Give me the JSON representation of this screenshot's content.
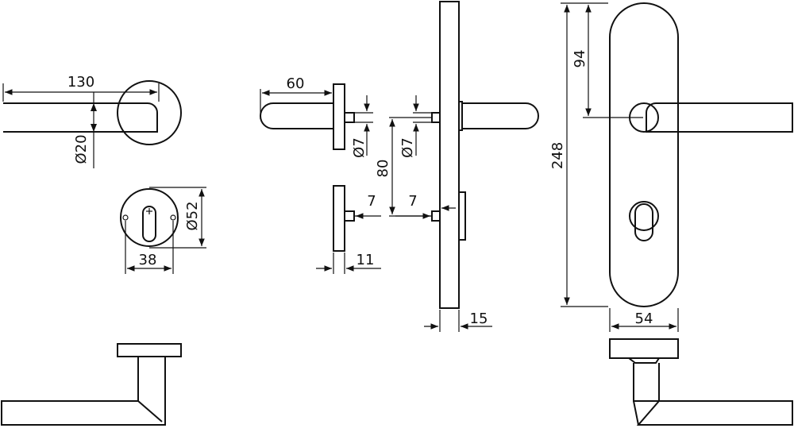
{
  "dimensions": {
    "lever_length": "130",
    "rose_lever_dia": "Ø20",
    "cyl_rose_dia": "Ø52",
    "cyl_rose_hole_spacing": "38",
    "side_projection": "60",
    "pin_dia_left": "Ø7",
    "pin_dia_right": "Ø7",
    "pin_spacing": "80",
    "pin_len_left": "7",
    "pin_len_right": "7",
    "rose_thickness": "11",
    "plate_thickness": "15",
    "plate_height": "248",
    "lever_axis_height": "94",
    "plate_width": "54"
  }
}
